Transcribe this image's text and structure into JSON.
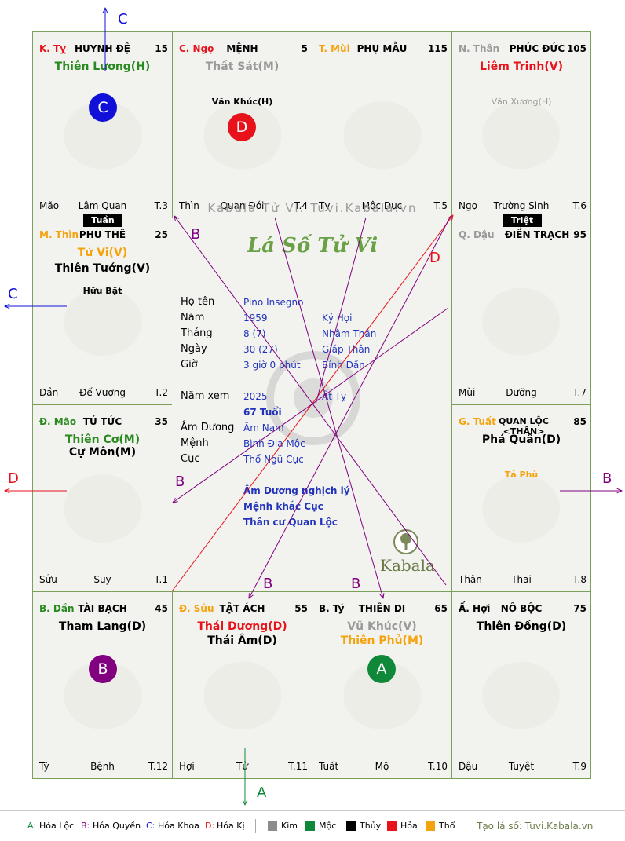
{
  "watermark": "Kabala Tử Vi: Tuvi.Kabala.vn",
  "title": "Lá Số Tử Vi",
  "logo_text": "Kabala",
  "palaces": [
    {
      "chi": "K. Tỵ",
      "name": "HUYNH ĐỆ",
      "num": "15",
      "main1": "Thiên Lương(H)",
      "main2": "",
      "minor": "",
      "bl": "Mão",
      "bc": "Lâm Quan",
      "br": "T.3"
    },
    {
      "chi": "C. Ngọ",
      "name": "MỆNH",
      "num": "5",
      "main1": "Thất Sát(M)",
      "main2": "",
      "minor": "Văn Khúc(H)",
      "bl": "Thìn",
      "bc": "Quan Đới",
      "br": "T.4"
    },
    {
      "chi": "T. Mùi",
      "name": "PHỤ MẪU",
      "num": "115",
      "main1": "",
      "main2": "",
      "minor": "",
      "bl": "Tỵ",
      "bc": "Mộc Dục",
      "br": "T.5"
    },
    {
      "chi": "N. Thân",
      "name": "PHÚC ĐỨC",
      "num": "105",
      "main1": "Liêm Trinh(V)",
      "main2": "",
      "minor": "Văn Xương(H)",
      "bl": "Ngọ",
      "bc": "Trường Sinh",
      "br": "T.6"
    },
    {
      "chi": "M. Thìn",
      "name": "PHU THÊ",
      "num": "25",
      "main1": "Tử Vi(V)",
      "main2": "Thiên Tướng(V)",
      "minor": "Hữu Bật",
      "bl": "Dần",
      "bc": "Đế Vượng",
      "br": "T.2"
    },
    {
      "chi": "Q. Dậu",
      "name": "ĐIỀN TRẠCH",
      "num": "95",
      "main1": "",
      "main2": "",
      "minor": "",
      "bl": "Mùi",
      "bc": "Dưỡng",
      "br": "T.7"
    },
    {
      "chi": "Đ. Mão",
      "name": "TỬ TỨC",
      "num": "35",
      "main1": "Thiên Cơ(M)",
      "main2": "Cự Môn(M)",
      "minor": "",
      "bl": "Sửu",
      "bc": "Suy",
      "br": "T.1"
    },
    {
      "chi": "G. Tuất",
      "name": "QUAN LỘC <THÂN>",
      "num": "85",
      "main1": "Phá Quân(D)",
      "main2": "",
      "minor": "Tả Phù",
      "bl": "Thân",
      "bc": "Thai",
      "br": "T.8"
    },
    {
      "chi": "B. Dần",
      "name": "TÀI BẠCH",
      "num": "45",
      "main1": "Tham Lang(D)",
      "main2": "",
      "minor": "",
      "bl": "Tý",
      "bc": "Bệnh",
      "br": "T.12"
    },
    {
      "chi": "Đ. Sửu",
      "name": "TẬT ÁCH",
      "num": "55",
      "main1": "Thái Dương(D)",
      "main2": "Thái Âm(D)",
      "minor": "",
      "bl": "Hợi",
      "bc": "Tử",
      "br": "T.11"
    },
    {
      "chi": "B. Tý",
      "name": "THIÊN DI",
      "num": "65",
      "main1": "Vũ Khúc(V)",
      "main2": "Thiên Phủ(M)",
      "minor": "",
      "bl": "Tuất",
      "bc": "Mộ",
      "br": "T.10"
    },
    {
      "chi": "Ấ. Hợi",
      "name": "NÔ BỘC",
      "num": "75",
      "main1": "Thiên Đồng(D)",
      "main2": "",
      "minor": "",
      "bl": "Dậu",
      "bc": "Tuyệt",
      "br": "T.9"
    }
  ],
  "tags": {
    "tuan": "Tuần",
    "triet": "Triệt"
  },
  "hoa": {
    "a": "A",
    "b": "B",
    "c": "C",
    "d": "D"
  },
  "info": {
    "labels": {
      "name": "Họ tên",
      "year": "Năm",
      "month": "Tháng",
      "day": "Ngày",
      "hour": "Giờ",
      "view_year": "Năm xem",
      "am_duong": "Âm Dương",
      "menh": "Mệnh",
      "cuc": "Cục"
    },
    "values": {
      "name": "Pino Insegno",
      "year": "1959",
      "year_can": "Kỷ Hợi",
      "month": "8  (7)",
      "month_can": "Nhâm Thân",
      "day": "30  (27)",
      "day_can": "Giáp Thân",
      "hour": "3 giờ 0 phút",
      "hour_can": "Bính Dần",
      "view_year": "2025",
      "view_can": "Ất Tỵ",
      "age": "67 Tuổi",
      "am_duong": "Âm Nam",
      "menh": "Bình Địa Mộc",
      "cuc": "Thổ Ngũ Cục"
    },
    "notes": [
      "Âm Dương nghịch lý",
      "Mệnh khắc Cục",
      "Thân cư Quan Lộc"
    ]
  },
  "legend": {
    "hoa_loc": "Hóa Lộc",
    "hoa_quyen": "Hóa Quyền",
    "hoa_khoa": "Hóa Khoa",
    "hoa_ki": "Hóa Kị",
    "prefix_a": "A:",
    "prefix_b": "B:",
    "prefix_c": "C:",
    "prefix_d": "D:",
    "elements": [
      "Kim",
      "Mộc",
      "Thủy",
      "Hỏa",
      "Thổ"
    ],
    "element_colors": [
      "#8c8c8c",
      "#10883a",
      "#000000",
      "#e8121b",
      "#f4a30f"
    ],
    "credit": "Tạo lá số: Tuvi.Kabala.vn"
  },
  "colors": {
    "green": "#2a8a20",
    "red": "#e8121b",
    "orange": "#f4a30f",
    "gray": "#9a9a9a",
    "purple": "#800080",
    "blue": "#1010d8",
    "black": "#000000"
  }
}
